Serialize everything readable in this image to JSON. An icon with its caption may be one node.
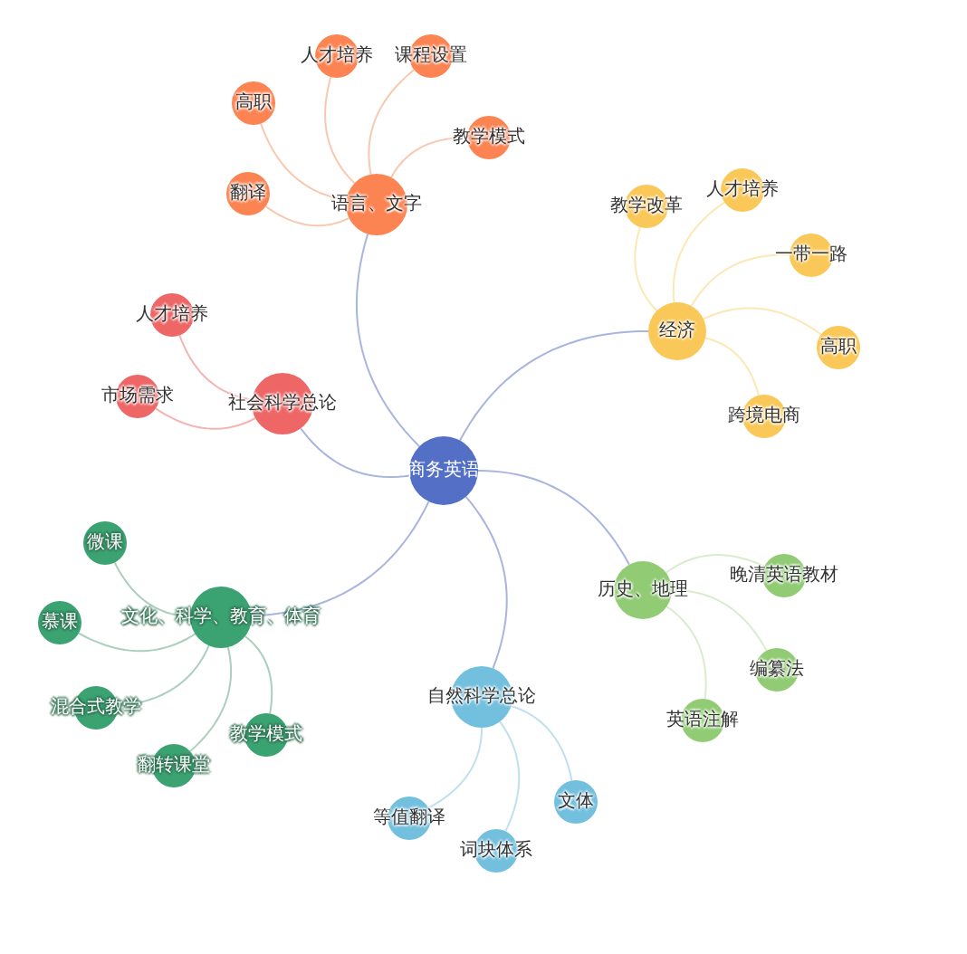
{
  "diagram": {
    "nodes": [
      {
        "text": [
          "商务英语"
        ]
      },
      {
        "text": [
          "语言、文字"
        ]
      },
      {
        "text": [
          "人才培养"
        ]
      },
      {
        "text": [
          "课程设置"
        ]
      },
      {
        "text": [
          "高职"
        ]
      },
      {
        "text": [
          "教学模式"
        ]
      },
      {
        "text": [
          "翻译"
        ]
      },
      {
        "text": [
          "经济"
        ]
      },
      {
        "text": [
          "教学改革"
        ]
      },
      {
        "text": [
          "人才培养"
        ]
      },
      {
        "text": [
          "一带一路"
        ]
      },
      {
        "text": [
          "高职"
        ]
      },
      {
        "text": [
          "跨境电商"
        ]
      },
      {
        "text": [
          "社会科学总论"
        ]
      },
      {
        "text": [
          "人才培养"
        ]
      },
      {
        "text": [
          "市场需求"
        ]
      },
      {
        "text": [
          "文化、科学、教育、体育"
        ]
      },
      {
        "text": [
          "微课"
        ]
      },
      {
        "text": [
          "慕课"
        ]
      },
      {
        "text": [
          "混合式教学"
        ]
      },
      {
        "text": [
          "翻转课堂"
        ]
      },
      {
        "text": [
          "教学模式"
        ]
      },
      {
        "text": [
          "历史、地理"
        ]
      },
      {
        "text": [
          "晚清英语教材"
        ]
      },
      {
        "text": [
          "编纂法"
        ]
      },
      {
        "text": [
          "英语注解"
        ]
      },
      {
        "text": [
          "自然科学总论"
        ]
      },
      {
        "text": [
          "等值翻译"
        ]
      },
      {
        "text": [
          "词块体系"
        ]
      },
      {
        "text": [
          "文体"
        ]
      }
    ],
    "edges": [
      {
        "from": 0,
        "to": 1,
        "arrow": "none",
        "color": "#a9b5de"
      },
      {
        "from": 0,
        "to": 7,
        "arrow": "none",
        "color": "#a9b5de"
      },
      {
        "from": 0,
        "to": 13,
        "arrow": "none",
        "color": "#a9b5de"
      },
      {
        "from": 0,
        "to": 16,
        "arrow": "none",
        "color": "#a9b5de"
      },
      {
        "from": 0,
        "to": 22,
        "arrow": "none",
        "color": "#a9b5de"
      },
      {
        "from": 0,
        "to": 26,
        "arrow": "none",
        "color": "#a9b5de"
      },
      {
        "from": 1,
        "to": 2,
        "arrow": "none",
        "color": "#f9c8b0"
      },
      {
        "from": 1,
        "to": 3,
        "arrow": "none",
        "color": "#f9c8b0"
      },
      {
        "from": 1,
        "to": 4,
        "arrow": "none",
        "color": "#f9c8b0"
      },
      {
        "from": 1,
        "to": 5,
        "arrow": "none",
        "color": "#f9c8b0"
      },
      {
        "from": 1,
        "to": 6,
        "arrow": "none",
        "color": "#f9c8b0"
      },
      {
        "from": 7,
        "to": 8,
        "arrow": "none",
        "color": "#fce7b6"
      },
      {
        "from": 7,
        "to": 9,
        "arrow": "none",
        "color": "#fce7b6"
      },
      {
        "from": 7,
        "to": 10,
        "arrow": "none",
        "color": "#fce7b6"
      },
      {
        "from": 7,
        "to": 11,
        "arrow": "none",
        "color": "#fce7b6"
      },
      {
        "from": 7,
        "to": 12,
        "arrow": "none",
        "color": "#fce7b6"
      },
      {
        "from": 13,
        "to": 14,
        "arrow": "none",
        "color": "#f6b3b3"
      },
      {
        "from": 13,
        "to": 15,
        "arrow": "none",
        "color": "#f6b3b3"
      },
      {
        "from": 16,
        "to": 17,
        "arrow": "none",
        "color": "#aacfbd"
      },
      {
        "from": 16,
        "to": 18,
        "arrow": "none",
        "color": "#aacfbd"
      },
      {
        "from": 16,
        "to": 19,
        "arrow": "none",
        "color": "#aacfbd"
      },
      {
        "from": 16,
        "to": 20,
        "arrow": "none",
        "color": "#aacfbd"
      },
      {
        "from": 16,
        "to": 21,
        "arrow": "none",
        "color": "#aacfbd"
      },
      {
        "from": 22,
        "to": 23,
        "arrow": "none",
        "color": "#d9eccd"
      },
      {
        "from": 22,
        "to": 24,
        "arrow": "none",
        "color": "#d9eccd"
      },
      {
        "from": 22,
        "to": 25,
        "arrow": "none",
        "color": "#d9eccd"
      },
      {
        "from": 26,
        "to": 27,
        "arrow": "none",
        "color": "#bfe0ee"
      },
      {
        "from": 26,
        "to": 28,
        "arrow": "none",
        "color": "#bfe0ee"
      },
      {
        "from": 26,
        "to": 29,
        "arrow": "none",
        "color": "#bfe0ee"
      }
    ]
  }
}
